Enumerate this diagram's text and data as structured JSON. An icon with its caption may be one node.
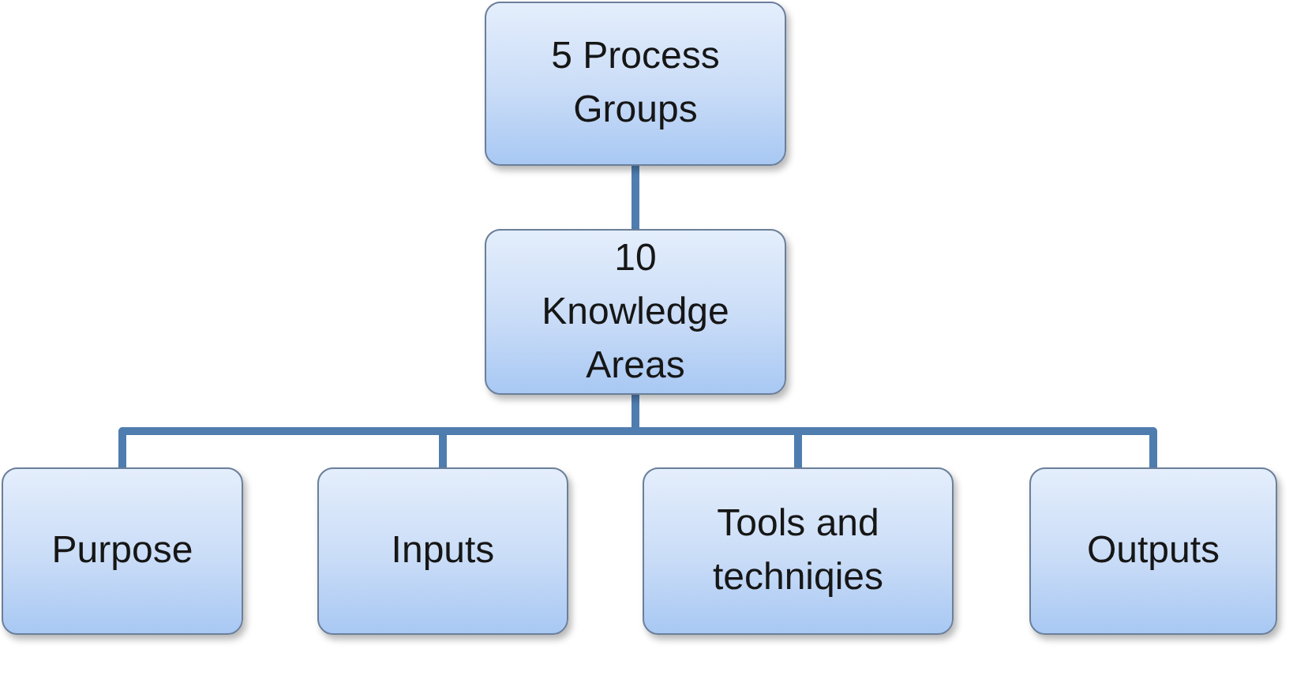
{
  "diagram": {
    "nodes": [
      {
        "text": [
          "5 Process Groups"
        ]
      },
      {
        "text": [
          "10 Knowledge Areas"
        ]
      },
      {
        "text": [
          "Purpose"
        ]
      },
      {
        "text": [
          "Inputs"
        ]
      },
      {
        "text": [
          "Tools and techniqies"
        ]
      },
      {
        "text": [
          "Outputs"
        ]
      }
    ],
    "edges": [
      {
        "from": 0,
        "to": 1,
        "arrow": "none"
      },
      {
        "from": 1,
        "to": 2,
        "arrow": "none"
      },
      {
        "from": 1,
        "to": 3,
        "arrow": "none"
      },
      {
        "from": 1,
        "to": 4,
        "arrow": "none"
      },
      {
        "from": 1,
        "to": 5,
        "arrow": "none"
      }
    ]
  }
}
